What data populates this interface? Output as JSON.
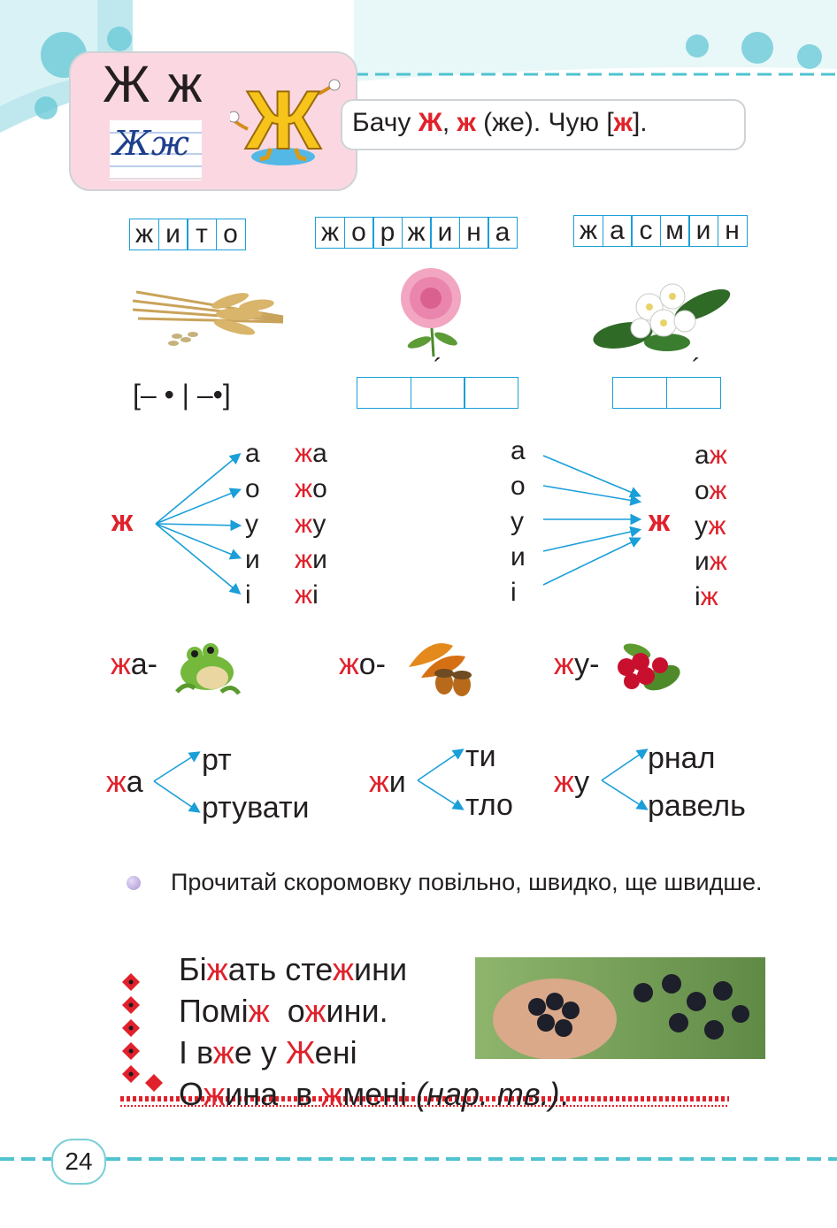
{
  "header": {
    "big_letters": "Ж ж",
    "script_letters": "Жж",
    "mascot_letter": "Ж",
    "intro": {
      "p1": "Бачу ",
      "r1": "Ж",
      "p2": ", ",
      "r2": "ж",
      "p3": " (же). Чую [",
      "r3": "ж",
      "p4": "]."
    }
  },
  "words": [
    {
      "letters": [
        "ж",
        "и",
        "т",
        "о"
      ],
      "picture": "wheat"
    },
    {
      "letters": [
        "ж",
        "о",
        "р",
        "ж",
        "и",
        "н",
        "а"
      ],
      "picture": "dahlia"
    },
    {
      "letters": [
        "ж",
        "а",
        "с",
        "м",
        "и",
        "н"
      ],
      "picture": "jasmine"
    }
  ],
  "schemes": {
    "zhyto": "[– • | –•]",
    "accent_mark": "´"
  },
  "syllables_left": {
    "consonant": "ж",
    "vowels": [
      "а",
      "о",
      "у",
      "и",
      "і"
    ],
    "syllables": [
      {
        "c": "ж",
        "v": "а"
      },
      {
        "c": "ж",
        "v": "о"
      },
      {
        "c": "ж",
        "v": "у"
      },
      {
        "c": "ж",
        "v": "и"
      },
      {
        "c": "ж",
        "v": "і"
      }
    ]
  },
  "syllables_right": {
    "consonant": "ж",
    "vowels": [
      "а",
      "о",
      "у",
      "и",
      "і"
    ],
    "syllables": [
      {
        "v": "а",
        "c": "ж"
      },
      {
        "v": "о",
        "c": "ж"
      },
      {
        "v": "у",
        "c": "ж"
      },
      {
        "v": "и",
        "c": "ж"
      },
      {
        "v": "і",
        "c": "ж"
      }
    ]
  },
  "picture_syllables": [
    {
      "c": "ж",
      "v": "а-",
      "picture": "frog"
    },
    {
      "c": "ж",
      "v": "о-",
      "picture": "acorns"
    },
    {
      "c": "ж",
      "v": "у-",
      "picture": "cranberries"
    }
  ],
  "branches": [
    {
      "c": "ж",
      "v": "а",
      "endings": [
        "рт",
        "ртувати"
      ]
    },
    {
      "c": "ж",
      "v": "и",
      "endings": [
        "ти",
        "тло"
      ]
    },
    {
      "c": "ж",
      "v": "у",
      "endings": [
        "рнал",
        "равель"
      ]
    }
  ],
  "task": "Прочитай скоромовку повільно, швидко, ще швидше.",
  "poem": [
    [
      {
        "t": "Бі"
      },
      {
        "t": "ж",
        "r": true
      },
      {
        "t": "ать сте"
      },
      {
        "t": "ж",
        "r": true
      },
      {
        "t": "ини"
      }
    ],
    [
      {
        "t": "Помі"
      },
      {
        "t": "ж",
        "r": true
      },
      {
        "t": "  о"
      },
      {
        "t": "ж",
        "r": true
      },
      {
        "t": "ини."
      }
    ],
    [
      {
        "t": "І в"
      },
      {
        "t": "ж",
        "r": true
      },
      {
        "t": "е у "
      },
      {
        "t": "Ж",
        "r": true
      },
      {
        "t": "ені"
      }
    ],
    [
      {
        "t": "О"
      },
      {
        "t": "ж",
        "r": true
      },
      {
        "t": "ина  в "
      },
      {
        "t": "ж",
        "r": true
      },
      {
        "t": "мені"
      },
      {
        "t": " (нар. тв.)",
        "i": true
      },
      {
        "t": "."
      }
    ]
  ],
  "page_number": "24",
  "colors": {
    "accent_red": "#e0212b",
    "frame_blue": "#1a9fd8",
    "card_pink": "#fbd8e1",
    "teal": "#4fc3cf"
  }
}
